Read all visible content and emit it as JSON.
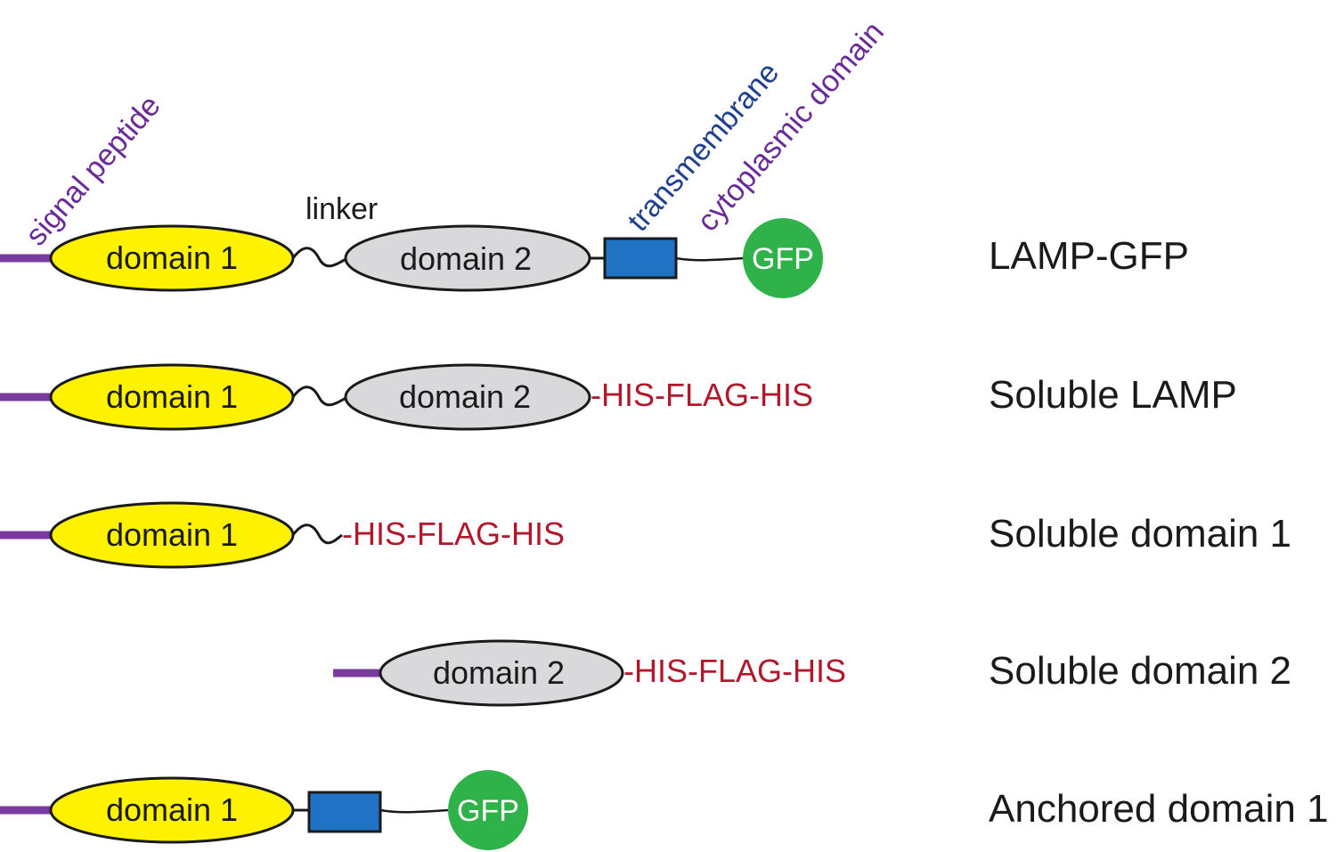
{
  "annotations": {
    "signal_peptide": "signal peptide",
    "linker": "linker",
    "transmembrane": "transmembrane",
    "cytoplasmic_domain": "cytoplasmic domain"
  },
  "domain_labels": {
    "domain1": "domain 1",
    "domain2": "domain 2",
    "gfp": "GFP"
  },
  "tag_label": "-HIS-FLAG-HIS",
  "constructs": [
    {
      "name": "LAMP-GFP"
    },
    {
      "name": "Soluble LAMP"
    },
    {
      "name": "Soluble domain 1"
    },
    {
      "name": "Soluble domain 2"
    },
    {
      "name": "Anchored domain 1"
    }
  ],
  "colors": {
    "signal_peptide": "#7b3aa0",
    "domain1": "#fff200",
    "domain2": "#d9d9db",
    "transmembrane": "#1f72c4",
    "gfp": "#2fb24a",
    "tag": "#b2182b",
    "outline": "#1a1a1a"
  }
}
